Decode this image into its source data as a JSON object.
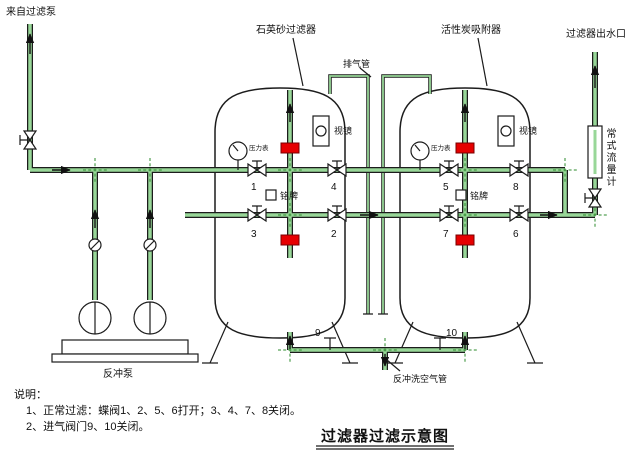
{
  "title": "过滤器过滤示意图",
  "labels": {
    "from_filter_pump": "来自过滤泵",
    "quartz_sand_filter": "石英砂过滤器",
    "activated_carbon_adsorber": "活性炭吸附器",
    "filter_outlet": "过滤器出水口",
    "exhaust_pipe": "排气管",
    "sight_glass": "视镜",
    "nameplate": "铭牌",
    "pressure_gauge": "压力表",
    "backwash_pump": "反冲泵",
    "backwash_air_pipe": "反冲洗空气管",
    "flow_meter": "常式流量计"
  },
  "valves": [
    "1",
    "2",
    "3",
    "4",
    "5",
    "6",
    "7",
    "8",
    "9",
    "10"
  ],
  "notes": {
    "heading": "说明：",
    "line1": "1、正常过滤：蝶阀1、2、5、6打开；3、4、7、8关闭。",
    "line2": "2、进气阀门9、10关闭。"
  },
  "colors": {
    "pipe_fill": "#98d798",
    "closed_valve": "#e60000",
    "line": "#1c1c1c",
    "background": "#ffffff"
  }
}
